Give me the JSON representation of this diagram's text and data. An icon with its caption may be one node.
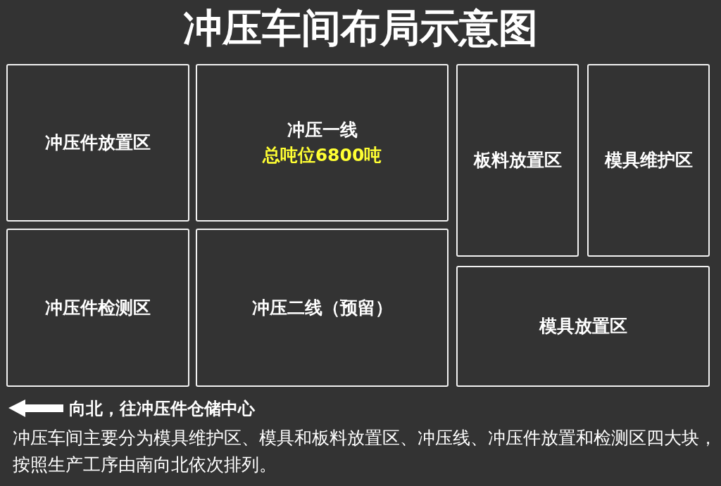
{
  "diagram": {
    "title": "冲压车间布局示意图",
    "nodes": [
      {
        "text": [
          "冲压件放置区"
        ]
      },
      {
        "text": [
          "冲压一线",
          "总吨位6800吨"
        ]
      },
      {
        "text": [
          "板料放置区"
        ]
      },
      {
        "text": [
          "模具维护区"
        ]
      },
      {
        "text": [
          "冲压件检测区"
        ]
      },
      {
        "text": [
          "冲压二线（预留）"
        ]
      },
      {
        "text": [
          "模具放置区"
        ]
      }
    ],
    "labels": [
      "向北，往冲压件仓储中心"
    ],
    "caption": "冲压车间主要分为模具维护区、模具和板料放置区、冲压线、冲压件放置和检测区四大块，按照生产工序由南向北依次排列。"
  }
}
